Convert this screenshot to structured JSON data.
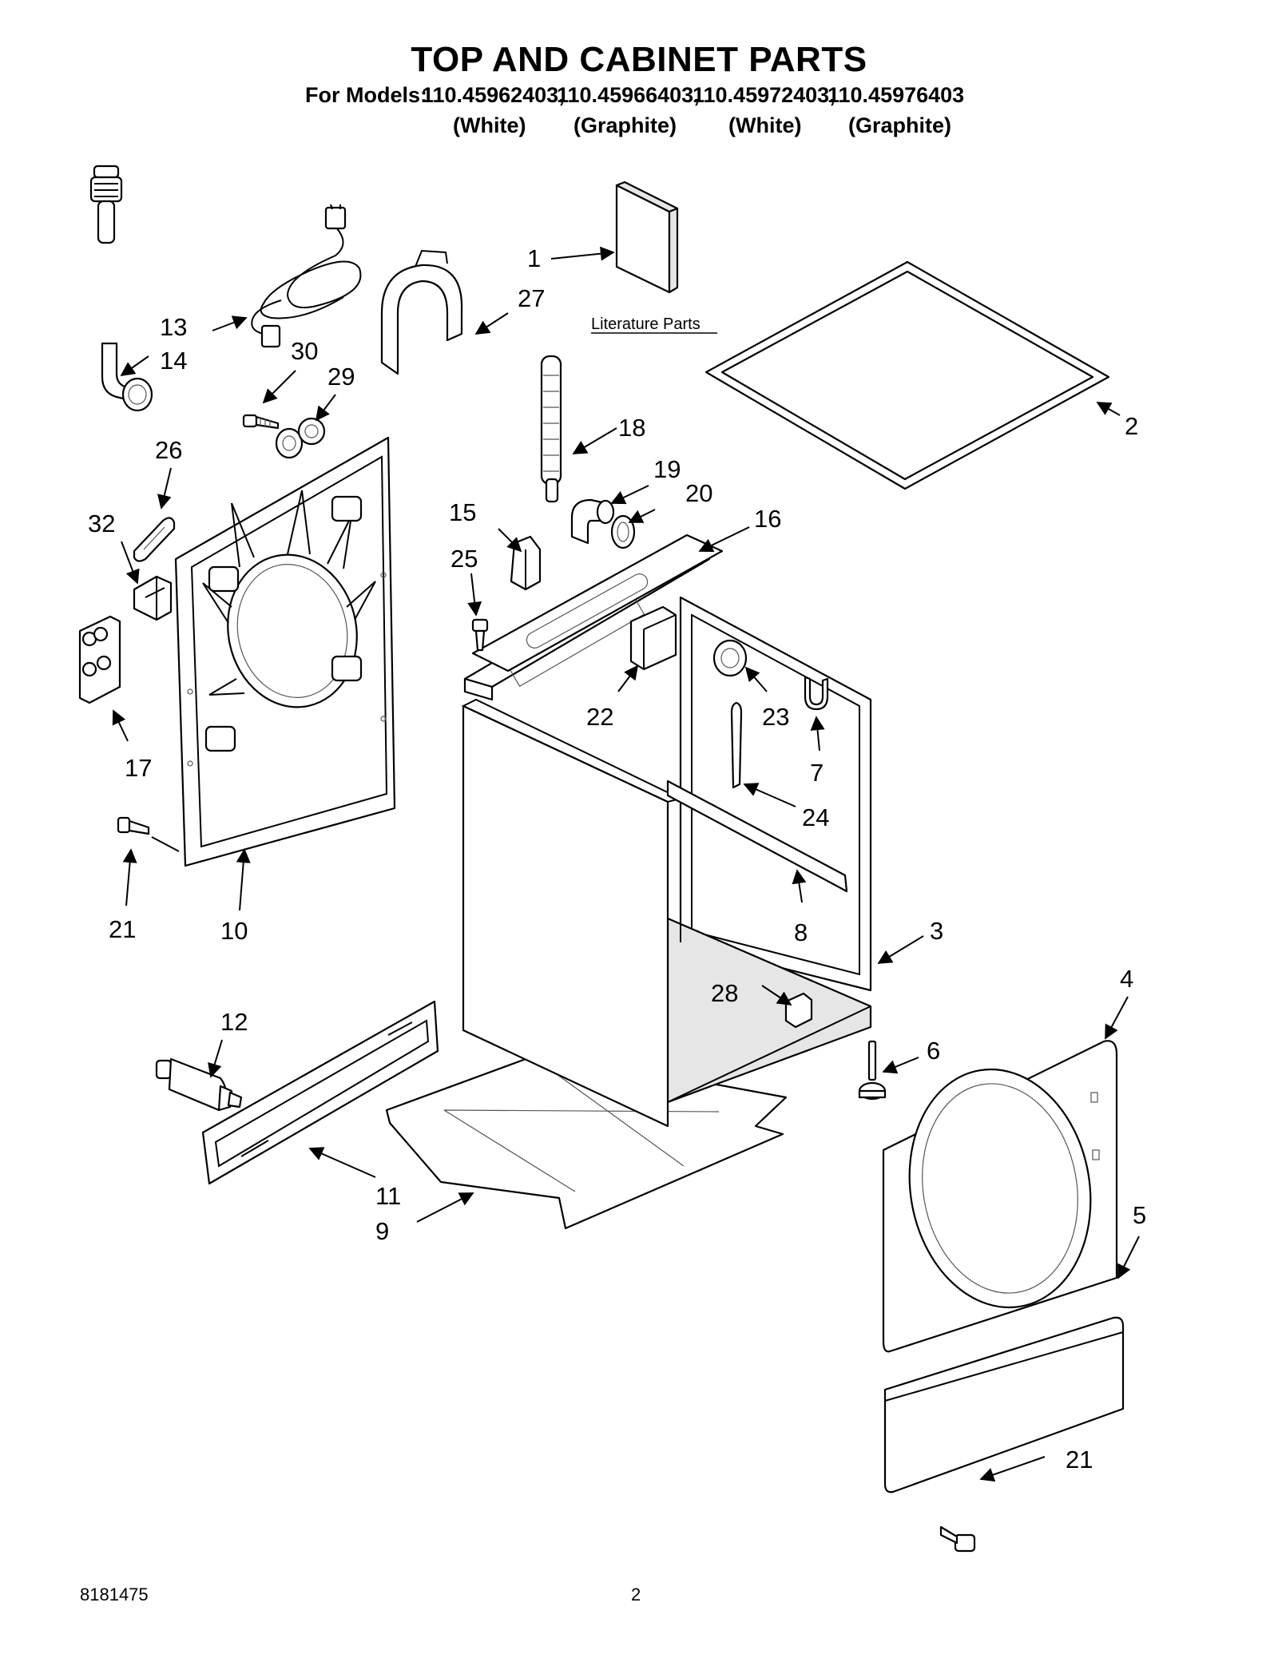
{
  "header": {
    "title": "TOP AND CABINET PARTS",
    "models_label": "For Models:",
    "models": [
      {
        "number": "110.45962403,",
        "color": "(White)"
      },
      {
        "number": "110.45966403,",
        "color": "(Graphite)"
      },
      {
        "number": "110.45972403,",
        "color": "(White)"
      },
      {
        "number": "110.45976403",
        "color": "(Graphite)"
      }
    ]
  },
  "diagram": {
    "literature_label": "Literature Parts",
    "callouts": [
      "1",
      "2",
      "3",
      "4",
      "5",
      "6",
      "7",
      "8",
      "9",
      "10",
      "11",
      "12",
      "13",
      "14",
      "15",
      "16",
      "17",
      "18",
      "19",
      "20",
      "21",
      "21",
      "22",
      "23",
      "24",
      "25",
      "26",
      "27",
      "28",
      "29",
      "30",
      "32"
    ]
  },
  "footer": {
    "doc_number": "8181475",
    "page_number": "2"
  }
}
